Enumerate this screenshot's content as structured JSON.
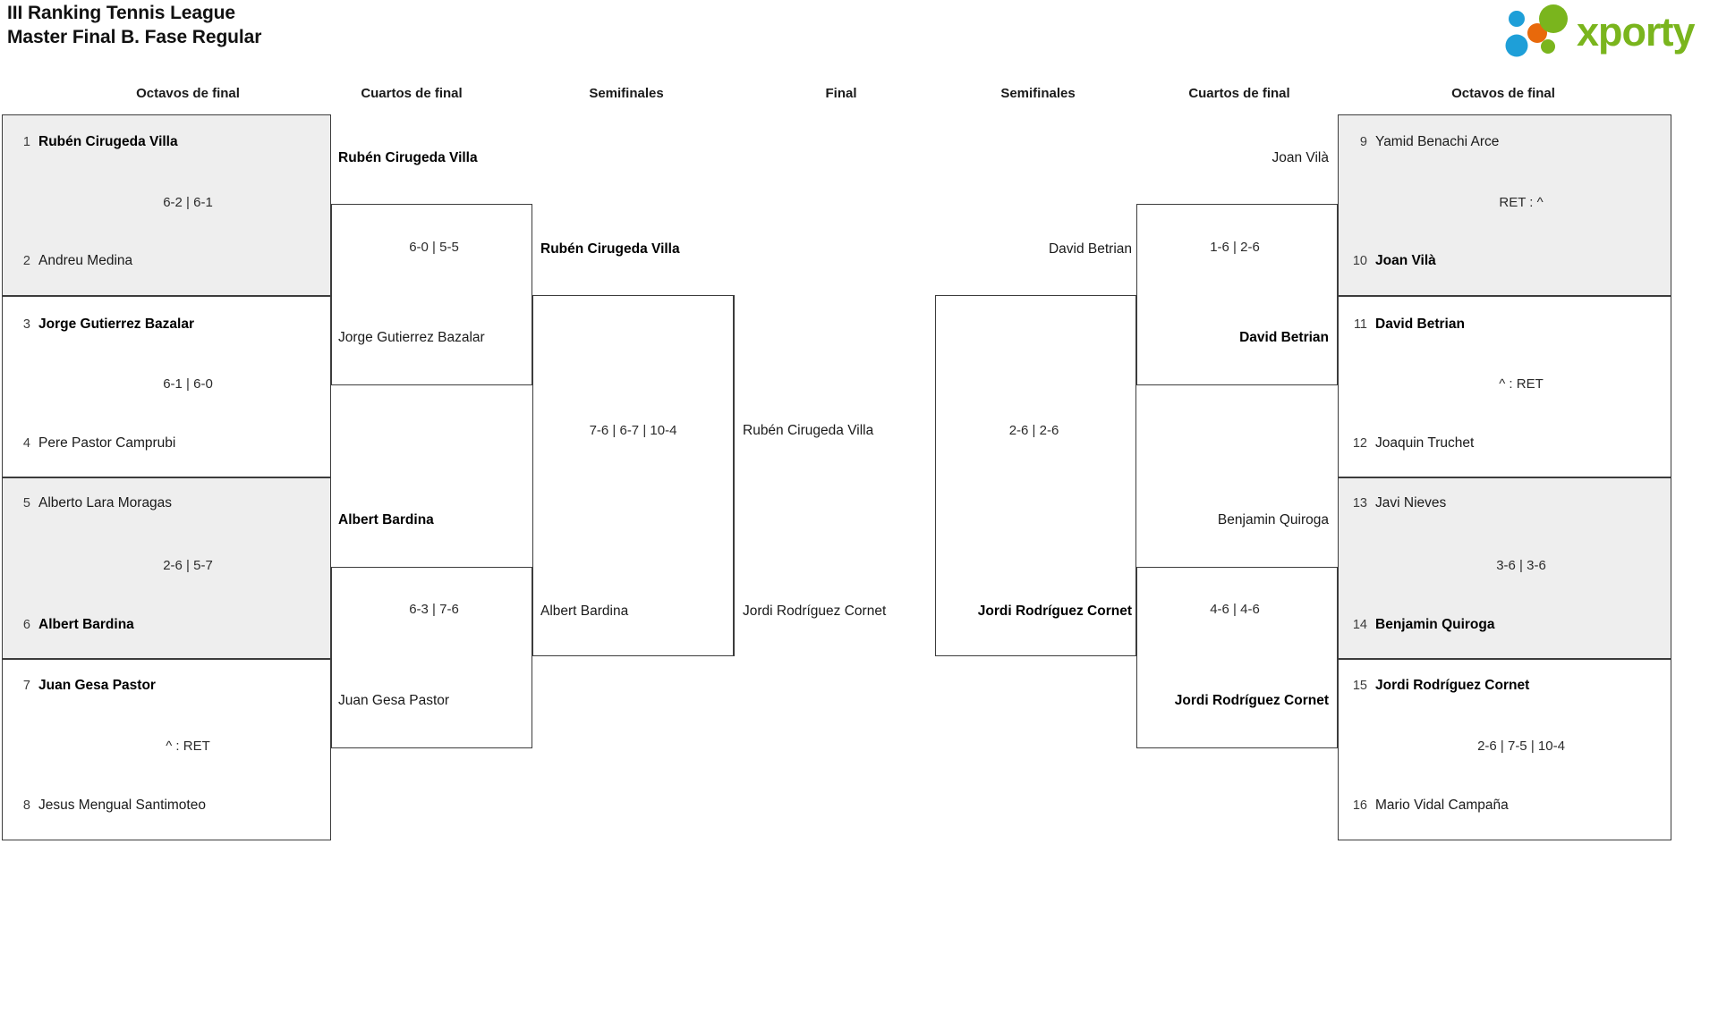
{
  "header": {
    "title_line1": "III Ranking Tennis League",
    "title_line2": "Master Final B. Fase Regular",
    "title": "III Ranking Tennis League\nMaster Final B. Fase Regular",
    "logo": {
      "wordmark": "xporty",
      "colors": {
        "green": "#7ab51d",
        "blue": "#1e9fd8",
        "orange": "#e8690b"
      }
    }
  },
  "rounds": [
    {
      "key": "r16_left",
      "label": "Octavos de final"
    },
    {
      "key": "qf_left",
      "label": "Cuartos de final"
    },
    {
      "key": "sf_left",
      "label": "Semifinales"
    },
    {
      "key": "final",
      "label": "Final"
    },
    {
      "key": "sf_right",
      "label": "Semifinales"
    },
    {
      "key": "qf_right",
      "label": "Cuartos de final"
    },
    {
      "key": "r16_right",
      "label": "Octavos de final"
    }
  ],
  "bracket": {
    "round_of_16_left": [
      {
        "score": "6-2 | 6-1",
        "shaded": true,
        "players": [
          {
            "seed": "1",
            "name": "Rubén Cirugeda Villa",
            "winner": true
          },
          {
            "seed": "2",
            "name": "Andreu Medina",
            "winner": false
          }
        ]
      },
      {
        "score": "6-1 | 6-0",
        "shaded": false,
        "players": [
          {
            "seed": "3",
            "name": "Jorge Gutierrez Bazalar",
            "winner": true
          },
          {
            "seed": "4",
            "name": "Pere Pastor Camprubi",
            "winner": false
          }
        ]
      },
      {
        "score": "2-6 | 5-7",
        "shaded": true,
        "players": [
          {
            "seed": "5",
            "name": "Alberto Lara Moragas",
            "winner": false
          },
          {
            "seed": "6",
            "name": "Albert Bardina",
            "winner": true
          }
        ]
      },
      {
        "score": "^ : RET",
        "shaded": false,
        "players": [
          {
            "seed": "7",
            "name": "Juan Gesa Pastor",
            "winner": true
          },
          {
            "seed": "8",
            "name": "Jesus Mengual Santimoteo",
            "winner": false
          }
        ]
      }
    ],
    "quarter_finals_left": [
      {
        "score": "6-0 | 5-5",
        "players": [
          {
            "name": "Rubén Cirugeda Villa",
            "winner": true
          },
          {
            "name": "Jorge Gutierrez Bazalar",
            "winner": false
          }
        ]
      },
      {
        "score": "6-3 | 7-6",
        "players": [
          {
            "name": "Albert Bardina",
            "winner": true
          },
          {
            "name": "Juan Gesa Pastor",
            "winner": false
          }
        ]
      }
    ],
    "semi_finals_left": [
      {
        "score": "7-6 | 6-7 | 10-4",
        "players": [
          {
            "name": "Rubén Cirugeda Villa",
            "winner": true
          },
          {
            "name": "Albert Bardina",
            "winner": false
          }
        ]
      }
    ],
    "final": {
      "score": "",
      "players": [
        {
          "name": "Rubén Cirugeda Villa",
          "winner": false
        },
        {
          "name": "Jordi Rodríguez Cornet",
          "winner": false
        }
      ]
    },
    "semi_finals_right": [
      {
        "score": "2-6 | 2-6",
        "players": [
          {
            "name": "David Betrian",
            "winner": false
          },
          {
            "name": "Jordi Rodríguez Cornet",
            "winner": true
          }
        ]
      }
    ],
    "quarter_finals_right": [
      {
        "score": "1-6 | 2-6",
        "players": [
          {
            "name": "Joan Vilà",
            "winner": false
          },
          {
            "name": "David Betrian",
            "winner": true
          }
        ]
      },
      {
        "score": "4-6 | 4-6",
        "players": [
          {
            "name": "Benjamin Quiroga",
            "winner": false
          },
          {
            "name": "Jordi Rodríguez Cornet",
            "winner": true
          }
        ]
      }
    ],
    "round_of_16_right": [
      {
        "score": "RET : ^",
        "shaded": true,
        "players": [
          {
            "seed": "9",
            "name": "Yamid Benachi Arce",
            "winner": false
          },
          {
            "seed": "10",
            "name": "Joan Vilà",
            "winner": true
          }
        ]
      },
      {
        "score": "^ : RET",
        "shaded": false,
        "players": [
          {
            "seed": "11",
            "name": "David Betrian",
            "winner": true
          },
          {
            "seed": "12",
            "name": "Joaquin Truchet",
            "winner": false
          }
        ]
      },
      {
        "score": "3-6 | 3-6",
        "shaded": true,
        "players": [
          {
            "seed": "13",
            "name": "Javi Nieves",
            "winner": false
          },
          {
            "seed": "14",
            "name": "Benjamin Quiroga",
            "winner": true
          }
        ]
      },
      {
        "score": "2-6 | 7-5 | 10-4",
        "shaded": false,
        "players": [
          {
            "seed": "15",
            "name": "Jordi Rodríguez Cornet",
            "winner": true
          },
          {
            "seed": "16",
            "name": "Mario Vidal Campaña",
            "winner": false
          }
        ]
      }
    ]
  }
}
